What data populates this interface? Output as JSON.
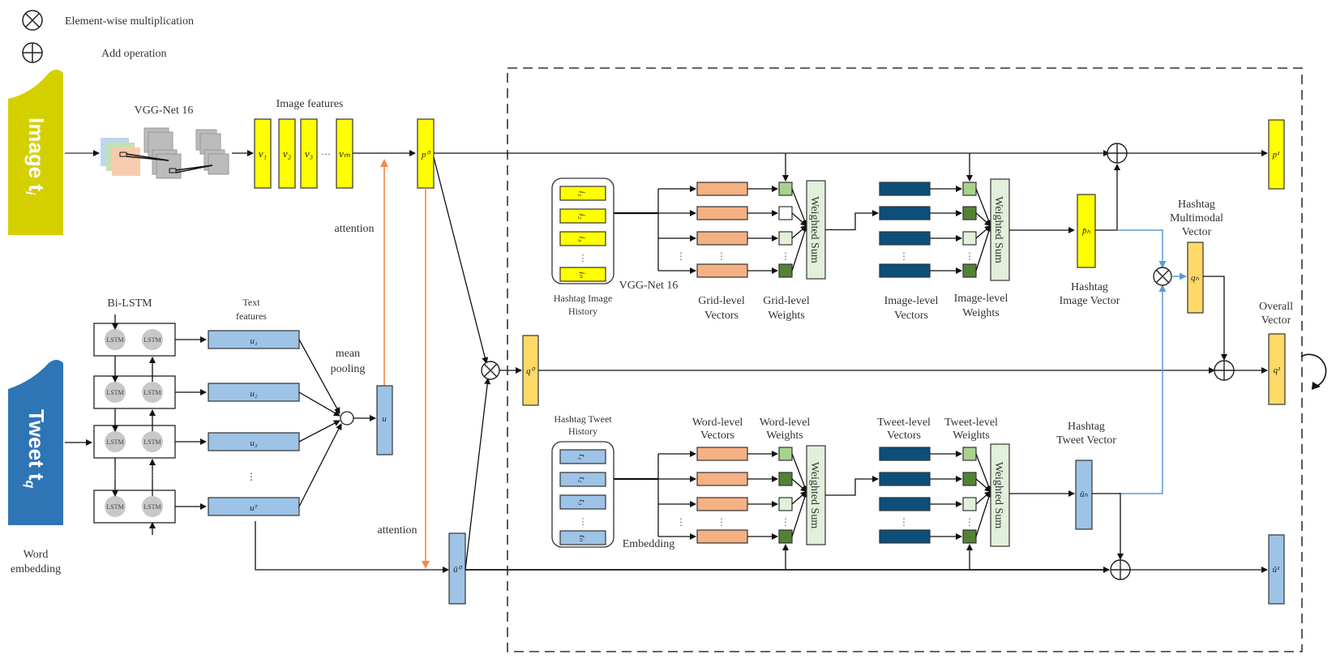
{
  "legend": {
    "mult_label": "Element-wise multiplication",
    "add_label": "Add operation"
  },
  "inputs": {
    "image_label": "Image t",
    "image_sub": "i",
    "tweet_label": "Tweet t",
    "tweet_sub": "q",
    "word_embedding": "Word\nembedding",
    "word_embedding_1": "Word",
    "word_embedding_2": "embedding"
  },
  "image_branch": {
    "vgg_label": "VGG-Net 16",
    "features_label": "Image features",
    "features": [
      "v₁",
      "v₂",
      "v₃",
      "vₘ"
    ],
    "ellipsis": "···",
    "p0": "p⁰",
    "attention_label": "attention"
  },
  "text_branch": {
    "bilstm_label": "Bi-LSTM",
    "lstm_cell": "LSTM",
    "features_label_1": "Text",
    "features_label_2": "features",
    "features": [
      "u₁",
      "u₂",
      "u₃",
      "uᵀ"
    ],
    "mean_pooling_1": "mean",
    "mean_pooling_2": "pooling",
    "u_bar": "u",
    "u0": "ū⁰",
    "attention_label": "attention",
    "q0": "q⁰"
  },
  "hashtag_image": {
    "history_label_1": "Hashtag Image",
    "history_label_2": "History",
    "history_items": [
      "i₁",
      "i₂",
      "i₃",
      "iₙ"
    ],
    "vgg_label": "VGG-Net  16",
    "grid_vectors_1": "Grid-level",
    "grid_vectors_2": "Vectors",
    "grid_weights_1": "Grid-level",
    "grid_weights_2": "Weights",
    "weighted_sum": "Weighted Sum",
    "image_vectors_1": "Image-level",
    "image_vectors_2": "Vectors",
    "image_weights_1": "Image-level",
    "image_weights_2": "Weights",
    "vector_label_1": "Hashtag",
    "vector_label_2": "Image Vector",
    "vector_symbol": "p̄ₕ",
    "p1": "p¹"
  },
  "hashtag_tweet": {
    "history_label_1": "Hashtag Tweet",
    "history_label_2": "History",
    "history_items": [
      "t₁",
      "t₂",
      "t₃",
      "tₙ"
    ],
    "embedding_label": "Embedding",
    "word_vectors_1": "Word-level",
    "word_vectors_2": "Vectors",
    "word_weights_1": "Word-level",
    "word_weights_2": "Weights",
    "weighted_sum": "Weighted Sum",
    "tweet_vectors_1": "Tweet-level",
    "tweet_vectors_2": "Vectors",
    "tweet_weights_1": "Tweet-level",
    "tweet_weights_2": "Weights",
    "vector_label_1": "Hashtag",
    "vector_label_2": "Tweet Vector",
    "vector_symbol": "ūₕ",
    "u1": "ū¹"
  },
  "fusion": {
    "multimodal_1": "Hashtag",
    "multimodal_2": "Multimodal",
    "multimodal_3": "Vector",
    "qh": "qₕ",
    "overall_1": "Overall",
    "overall_2": "Vector",
    "q1": "q¹"
  },
  "colors": {
    "image_tab": "#d4d000",
    "tweet_tab": "#2e75b6",
    "yellow": "#ffff00",
    "light_blue": "#9dc3e6",
    "orange_vec": "#f4b183",
    "dark_blue": "#0b4f7a",
    "gold": "#ffd966",
    "attention": "#f4894a",
    "fusion_line": "#5b9bd5",
    "weight_light": "#a9d18e",
    "weight_dark": "#548235",
    "weight_pale": "#e2efda",
    "weighted_sum_bg": "#e2efda"
  }
}
